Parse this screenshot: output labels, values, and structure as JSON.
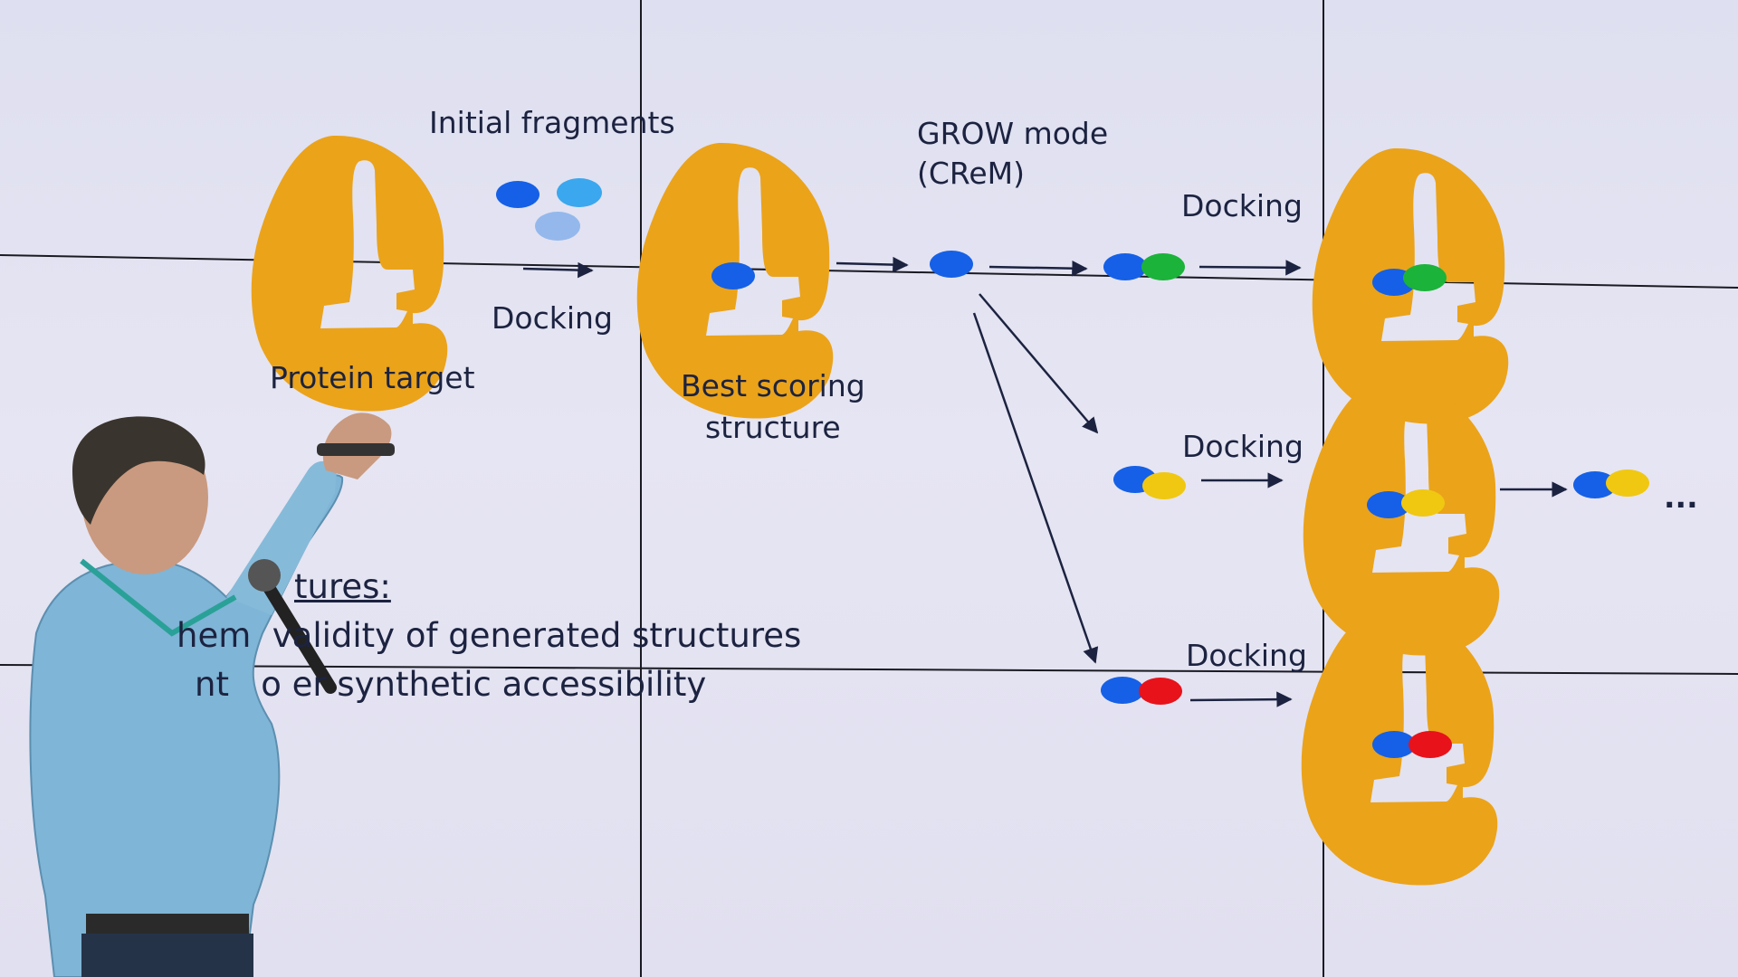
{
  "slide": {
    "labels": {
      "initial_fragments": "Initial fragments",
      "docking_1": "Docking",
      "protein_target": "Protein target",
      "best_scoring": "Best scoring\nstructure",
      "grow_mode": "GROW mode\n(CReM)",
      "docking_2": "Docking",
      "docking_3": "Docking",
      "docking_4": "Docking",
      "ellipsis": "..."
    },
    "features": {
      "heading": "tures:",
      "line1": "hem  validity of generated structures",
      "line2": "nt   o er synthetic accessibility"
    }
  },
  "colors": {
    "protein": "#eba31a",
    "blue": "#1560e6",
    "lightblue": "#3ba7ee",
    "paleblue": "#94b8ec",
    "green": "#1bb33a",
    "yellow": "#f0c811",
    "red": "#e8121a",
    "ink": "#1c2340"
  }
}
